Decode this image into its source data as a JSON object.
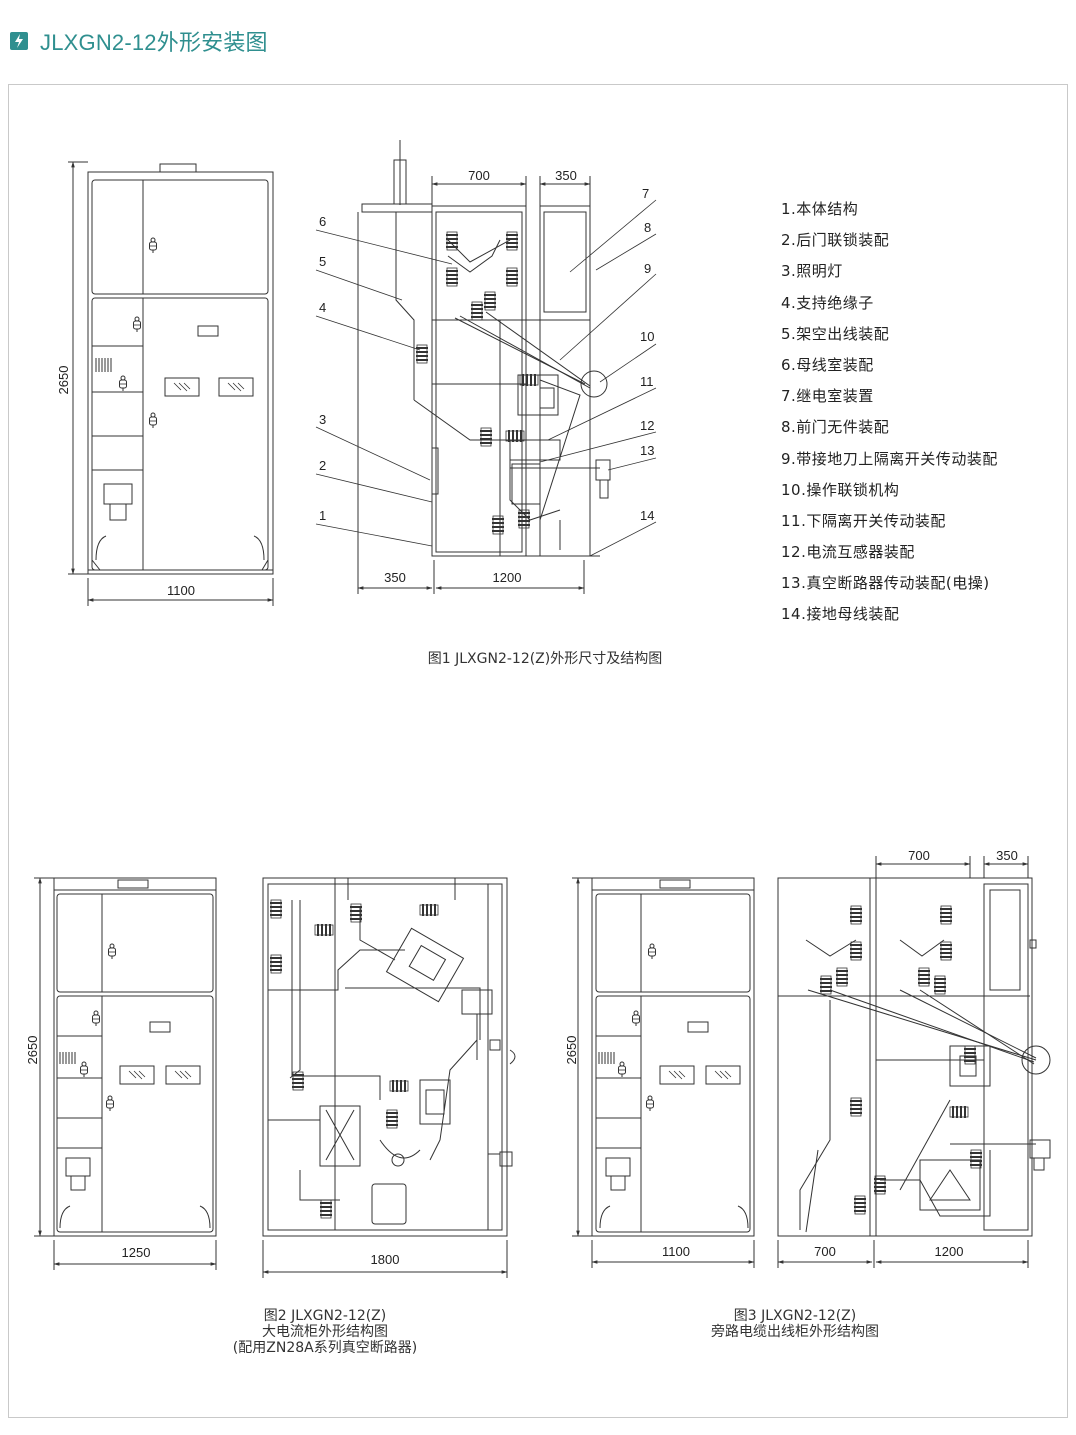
{
  "header": {
    "title": "JLXGN2-12外形安装图",
    "icon": "lightning-icon"
  },
  "figure1": {
    "caption": "图1 JLXGN2-12(Z)外形尺寸及结构图",
    "front": {
      "height": "2650",
      "width": "1100"
    },
    "side": {
      "top_left": "700",
      "top_right": "350",
      "bottom_left": "350",
      "bottom_right": "1200"
    },
    "callouts": [
      "1",
      "2",
      "3",
      "4",
      "5",
      "6",
      "7",
      "8",
      "9",
      "10",
      "11",
      "12",
      "13",
      "14"
    ]
  },
  "legend": [
    "1.本体结构",
    "2.后门联锁装配",
    "3.照明灯",
    "4.支持绝缘子",
    "5.架空出线装配",
    "6.母线室装配",
    "7.继电室装置",
    "8.前门无件装配",
    "9.带接地刀上隔离开关传动装配",
    "10.操作联锁机构",
    "11.下隔离开关传动装配",
    "12.电流互感器装配",
    "13.真空断路器传动装配(电操)",
    "14.接地母线装配"
  ],
  "figure2": {
    "caption_line1": "图2 JLXGN2-12(Z)",
    "caption_line2": "大电流柜外形结构图",
    "caption_line3": "(配用ZN28A系列真空断路器)",
    "front": {
      "height": "2650",
      "width": "1250"
    },
    "side": {
      "width": "1800"
    }
  },
  "figure3": {
    "caption_line1": "图3 JLXGN2-12(Z)",
    "caption_line2": "旁路电缆出线柜外形结构图",
    "front": {
      "height": "2650",
      "width": "1100"
    },
    "side": {
      "top_left": "700",
      "top_right": "350",
      "bottom_left": "700",
      "bottom_right": "1200"
    }
  },
  "colors": {
    "accent": "#2f8f8f",
    "line": "#333333",
    "frame": "#c9c9c9"
  }
}
